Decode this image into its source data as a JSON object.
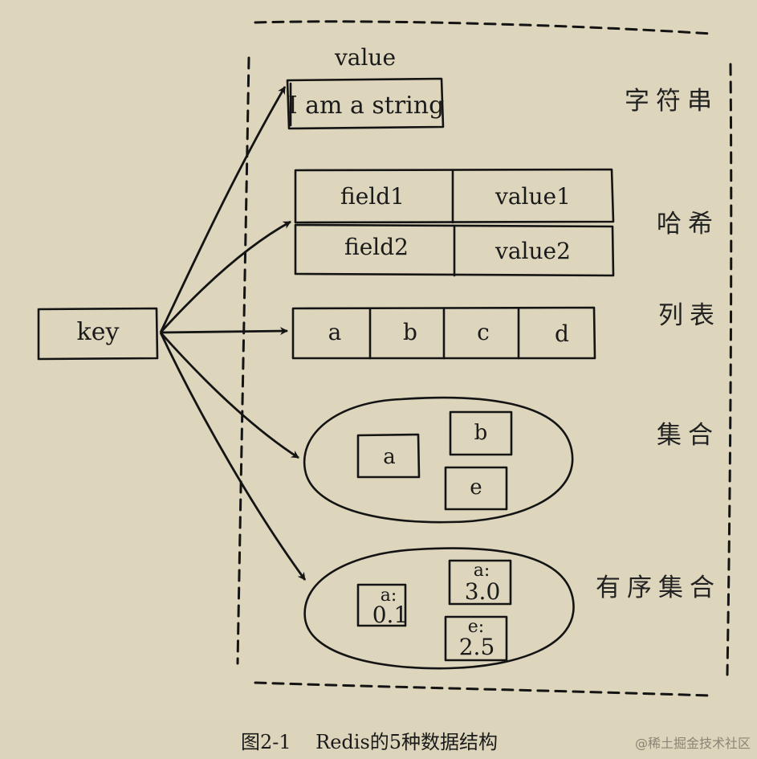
{
  "key_label": "key",
  "value_heading": "value",
  "string_value": "I am a string",
  "hash": {
    "rows": [
      {
        "field": "field1",
        "value": "value1"
      },
      {
        "field": "field2",
        "value": "value2"
      }
    ]
  },
  "list_items": [
    "a",
    "b",
    "c",
    "d"
  ],
  "set_items": [
    "a",
    "b",
    "e"
  ],
  "zset_items": [
    {
      "member": "a:",
      "score": "0.1"
    },
    {
      "member": "a:",
      "score": "3.0"
    },
    {
      "member": "e:",
      "score": "2.5"
    }
  ],
  "type_labels": {
    "string": "字符串",
    "hash": "哈希",
    "list": "列表",
    "set": "集合",
    "zset": "有序集合"
  },
  "caption": "图2-1    Redis的5种数据结构",
  "watermark": "@稀土掘金技术社区"
}
